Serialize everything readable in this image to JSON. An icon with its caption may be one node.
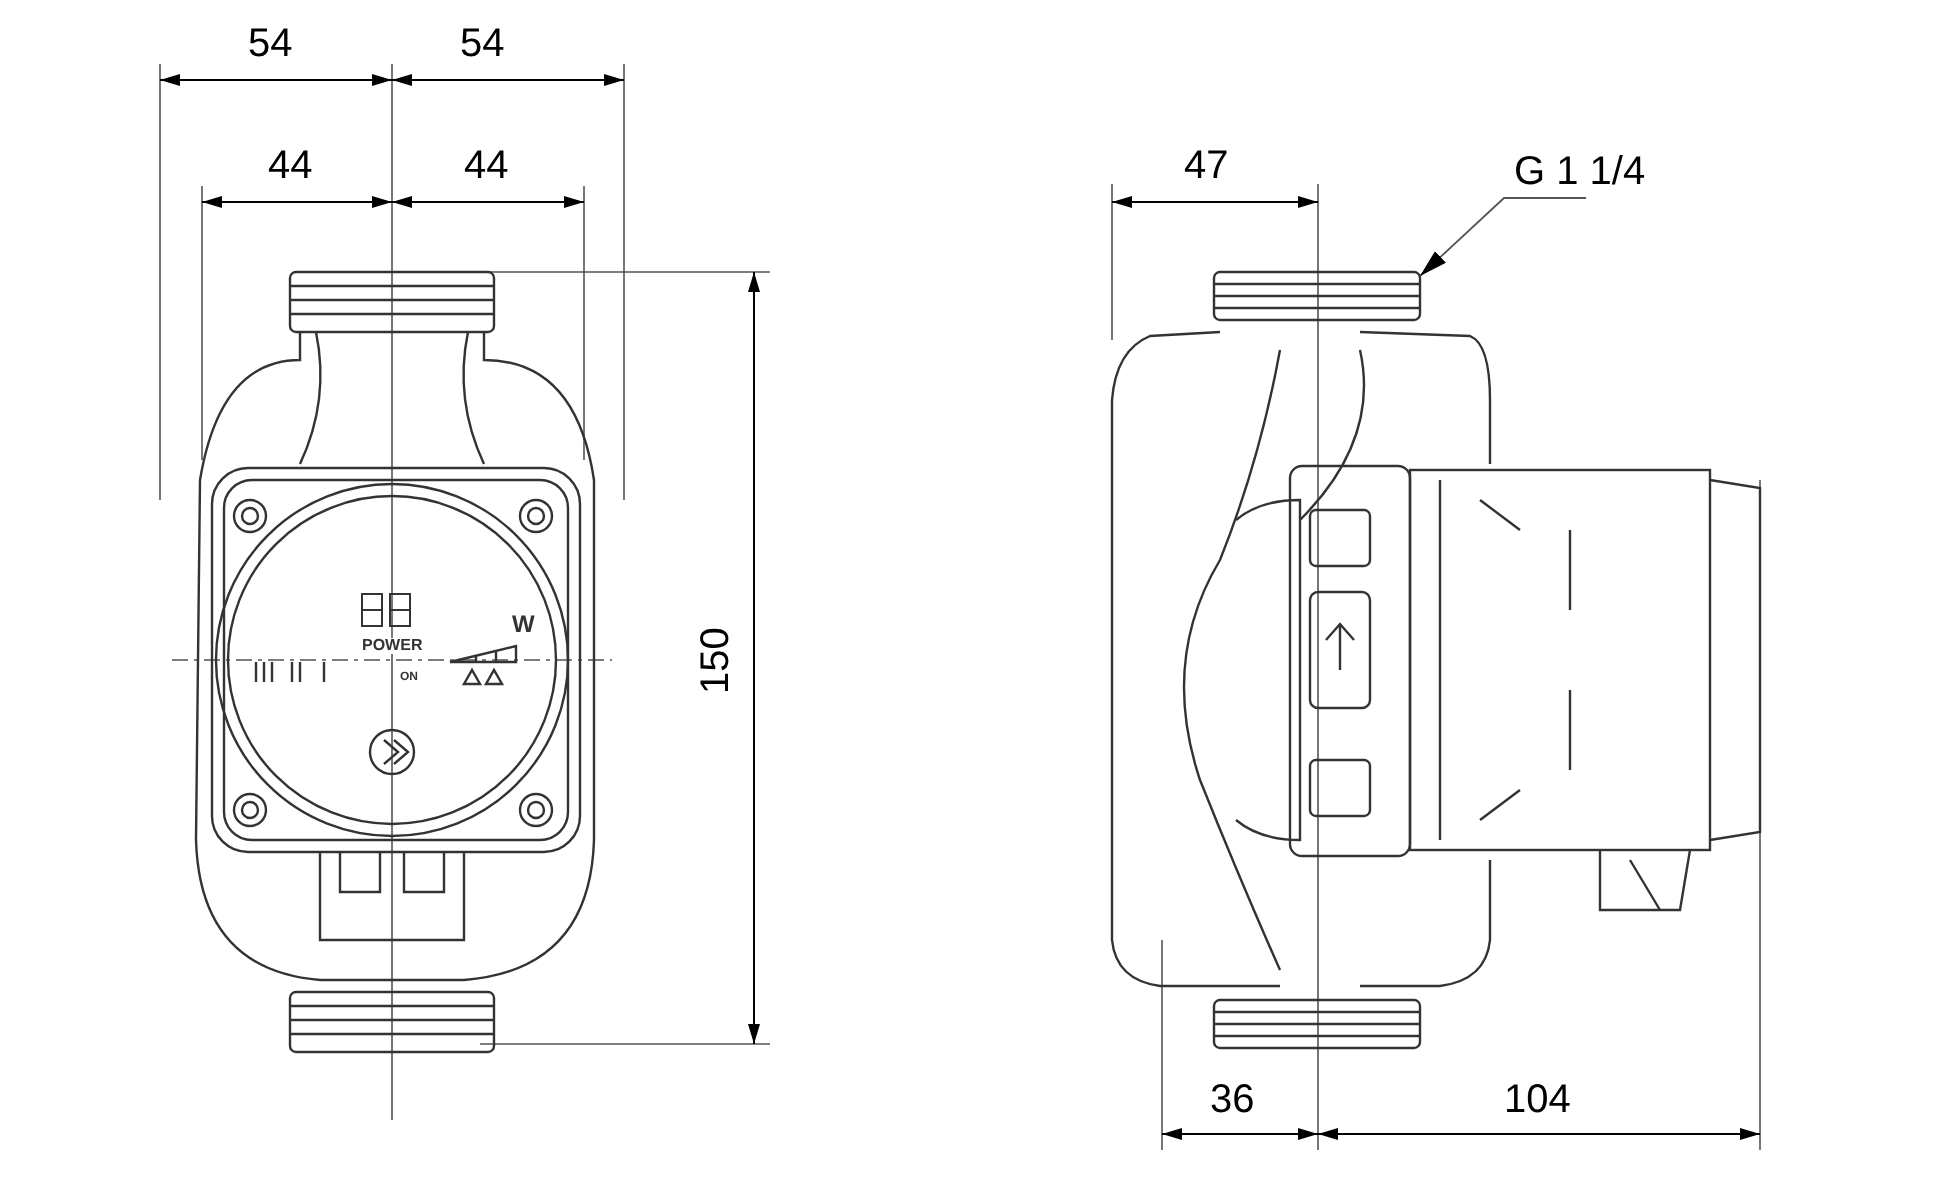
{
  "diagram": {
    "nodes": [
      {
        "text": [
          "G 1 1/4"
        ]
      },
      {
        "text": [],
        "shape": "picture"
      }
    ],
    "edges": [
      {
        "from": 0,
        "to": 1,
        "arrow": "to"
      }
    ],
    "labels": [
      "54",
      "54",
      "44",
      "44",
      "47",
      "W",
      "POWER",
      "ON",
      "150",
      "36",
      "104"
    ]
  }
}
